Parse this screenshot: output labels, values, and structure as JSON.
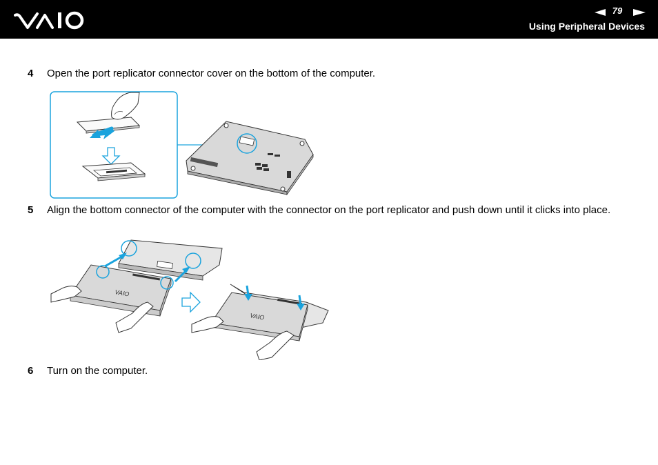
{
  "header": {
    "page_number": "79",
    "section_title": "Using Peripheral Devices",
    "prev_icon": "left-triangle-arrow",
    "next_icon": "right-triangle-arrow",
    "logo": "VAIO"
  },
  "steps": [
    {
      "number": "4",
      "text": "Open the port replicator connector cover on the bottom of the computer."
    },
    {
      "number": "5",
      "text": "Align the bottom connector of the computer with the connector on the port replicator and push down until it clicks into place."
    },
    {
      "number": "6",
      "text": "Turn on the computer."
    }
  ],
  "colors": {
    "header_bg": "#000000",
    "accent_blue": "#1aa3dd",
    "laptop_fill": "#d9d9d9"
  }
}
